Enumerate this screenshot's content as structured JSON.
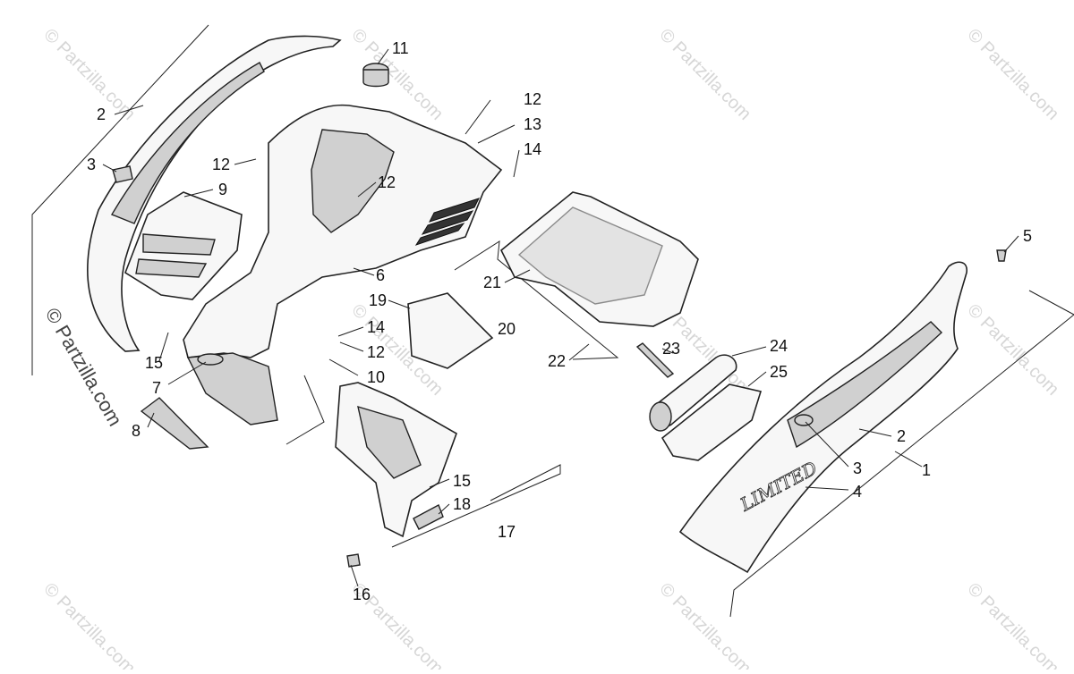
{
  "watermark": {
    "text": "© Partzilla.com",
    "color": "#d6d6d6"
  },
  "main_watermark": {
    "text": "© Partzilla.com",
    "color": "#444444"
  },
  "callouts": [
    {
      "id": "c1",
      "label": "1"
    },
    {
      "id": "c2a",
      "label": "2"
    },
    {
      "id": "c2b",
      "label": "2"
    },
    {
      "id": "c3a",
      "label": "3"
    },
    {
      "id": "c3b",
      "label": "3"
    },
    {
      "id": "c4",
      "label": "4"
    },
    {
      "id": "c5",
      "label": "5"
    },
    {
      "id": "c6",
      "label": "6"
    },
    {
      "id": "c7",
      "label": "7"
    },
    {
      "id": "c8",
      "label": "8"
    },
    {
      "id": "c9",
      "label": "9"
    },
    {
      "id": "c10",
      "label": "10"
    },
    {
      "id": "c11",
      "label": "11"
    },
    {
      "id": "c12a",
      "label": "12"
    },
    {
      "id": "c12b",
      "label": "12"
    },
    {
      "id": "c12c",
      "label": "12"
    },
    {
      "id": "c12d",
      "label": "12"
    },
    {
      "id": "c13",
      "label": "13"
    },
    {
      "id": "c14a",
      "label": "14"
    },
    {
      "id": "c14b",
      "label": "14"
    },
    {
      "id": "c15a",
      "label": "15"
    },
    {
      "id": "c15b",
      "label": "15"
    },
    {
      "id": "c16",
      "label": "16"
    },
    {
      "id": "c17",
      "label": "17"
    },
    {
      "id": "c18",
      "label": "18"
    },
    {
      "id": "c19",
      "label": "19"
    },
    {
      "id": "c20",
      "label": "20"
    },
    {
      "id": "c21",
      "label": "21"
    },
    {
      "id": "c22",
      "label": "22"
    },
    {
      "id": "c23",
      "label": "23"
    },
    {
      "id": "c24",
      "label": "24"
    },
    {
      "id": "c25",
      "label": "25"
    }
  ],
  "decal_text": "LIMITED"
}
